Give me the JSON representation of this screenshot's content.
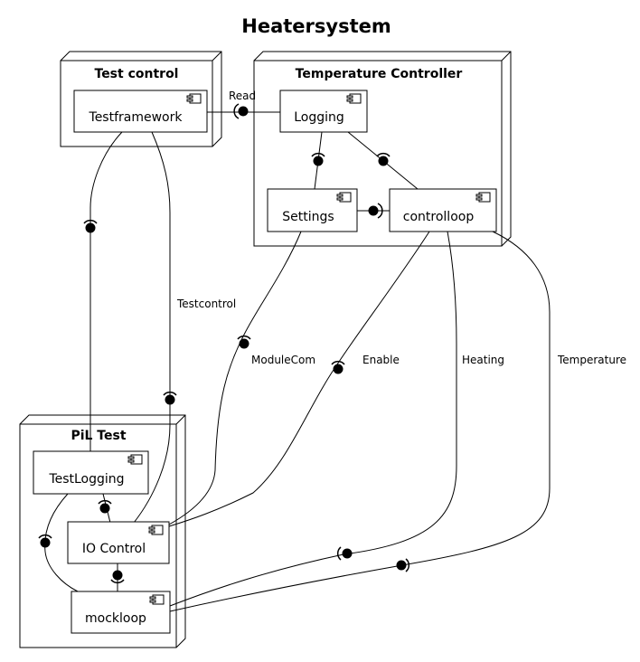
{
  "diagram": {
    "title": "Heatersystem",
    "nodes": {
      "test_control": {
        "label": "Test control"
      },
      "temperature_controller": {
        "label": "Temperature Controller"
      },
      "pil_test": {
        "label": "PiL Test"
      }
    },
    "components": {
      "testframework": {
        "label": "Testframework"
      },
      "logging": {
        "label": "Logging"
      },
      "settings": {
        "label": "Settings"
      },
      "controlloop": {
        "label": "controlloop"
      },
      "testlogging": {
        "label": "TestLogging"
      },
      "io_control": {
        "label": "IO Control"
      },
      "mockloop": {
        "label": "mockloop"
      }
    },
    "connections": {
      "read": "Read",
      "testcontrol": "Testcontrol",
      "modulecom": "ModuleCom",
      "enable": "Enable",
      "heating": "Heating",
      "temperature": "Temperature"
    }
  }
}
